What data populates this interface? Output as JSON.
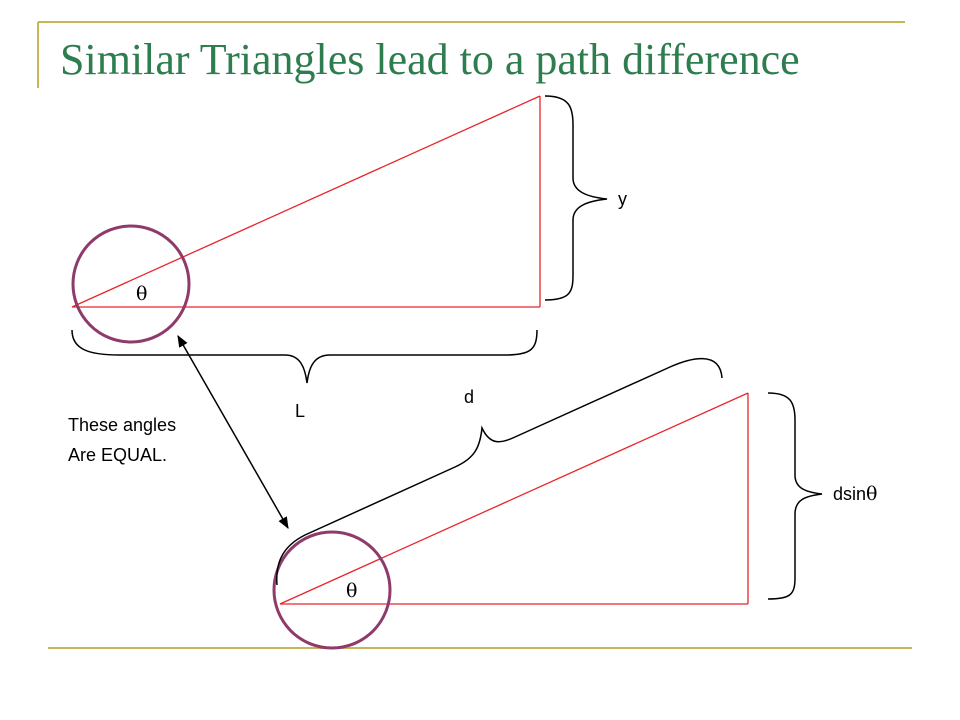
{
  "slide": {
    "title": "Similar Triangles lead to a path difference",
    "colors": {
      "title": "#2e7d4f",
      "rule": "#c8b45a",
      "triangle": "#e8262b",
      "circle": "#8e3a6a",
      "brace": "#000000"
    }
  },
  "diagram": {
    "labels": {
      "y": "y",
      "L": "L",
      "d": "d",
      "dsin_prefix": "dsin",
      "theta": "θ"
    },
    "note": {
      "line1": "These angles",
      "line2": "Are EQUAL."
    }
  }
}
